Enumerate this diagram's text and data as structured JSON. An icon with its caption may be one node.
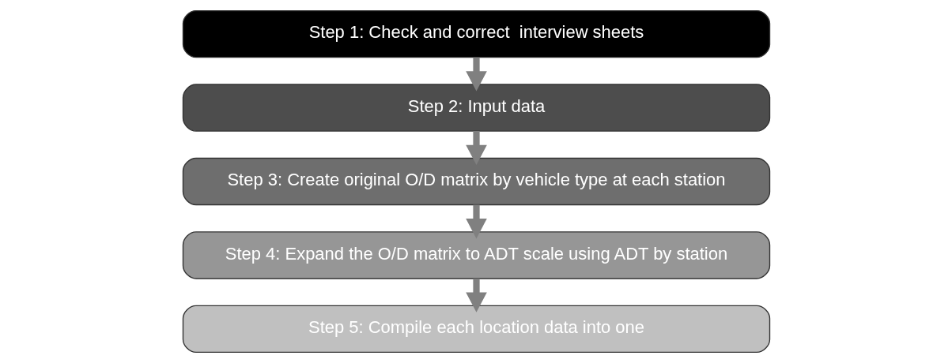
{
  "diagram": {
    "nodes": [
      {
        "text": [
          "Step 1: Check and correct  interview sheets"
        ]
      },
      {
        "text": [
          "Step 2: Input data"
        ]
      },
      {
        "text": [
          "Step 3: Create original O/D matrix by vehicle type at each station"
        ]
      },
      {
        "text": [
          "Step 4: Expand the O/D matrix to ADT scale using ADT by station"
        ]
      },
      {
        "text": [
          "Step 5: Compile each location data into one"
        ]
      }
    ],
    "edges": [
      {
        "from": 0,
        "to": 1,
        "arrow": "to"
      },
      {
        "from": 1,
        "to": 2,
        "arrow": "to"
      },
      {
        "from": 2,
        "to": 3,
        "arrow": "to"
      },
      {
        "from": 3,
        "to": 4,
        "arrow": "to"
      }
    ]
  }
}
